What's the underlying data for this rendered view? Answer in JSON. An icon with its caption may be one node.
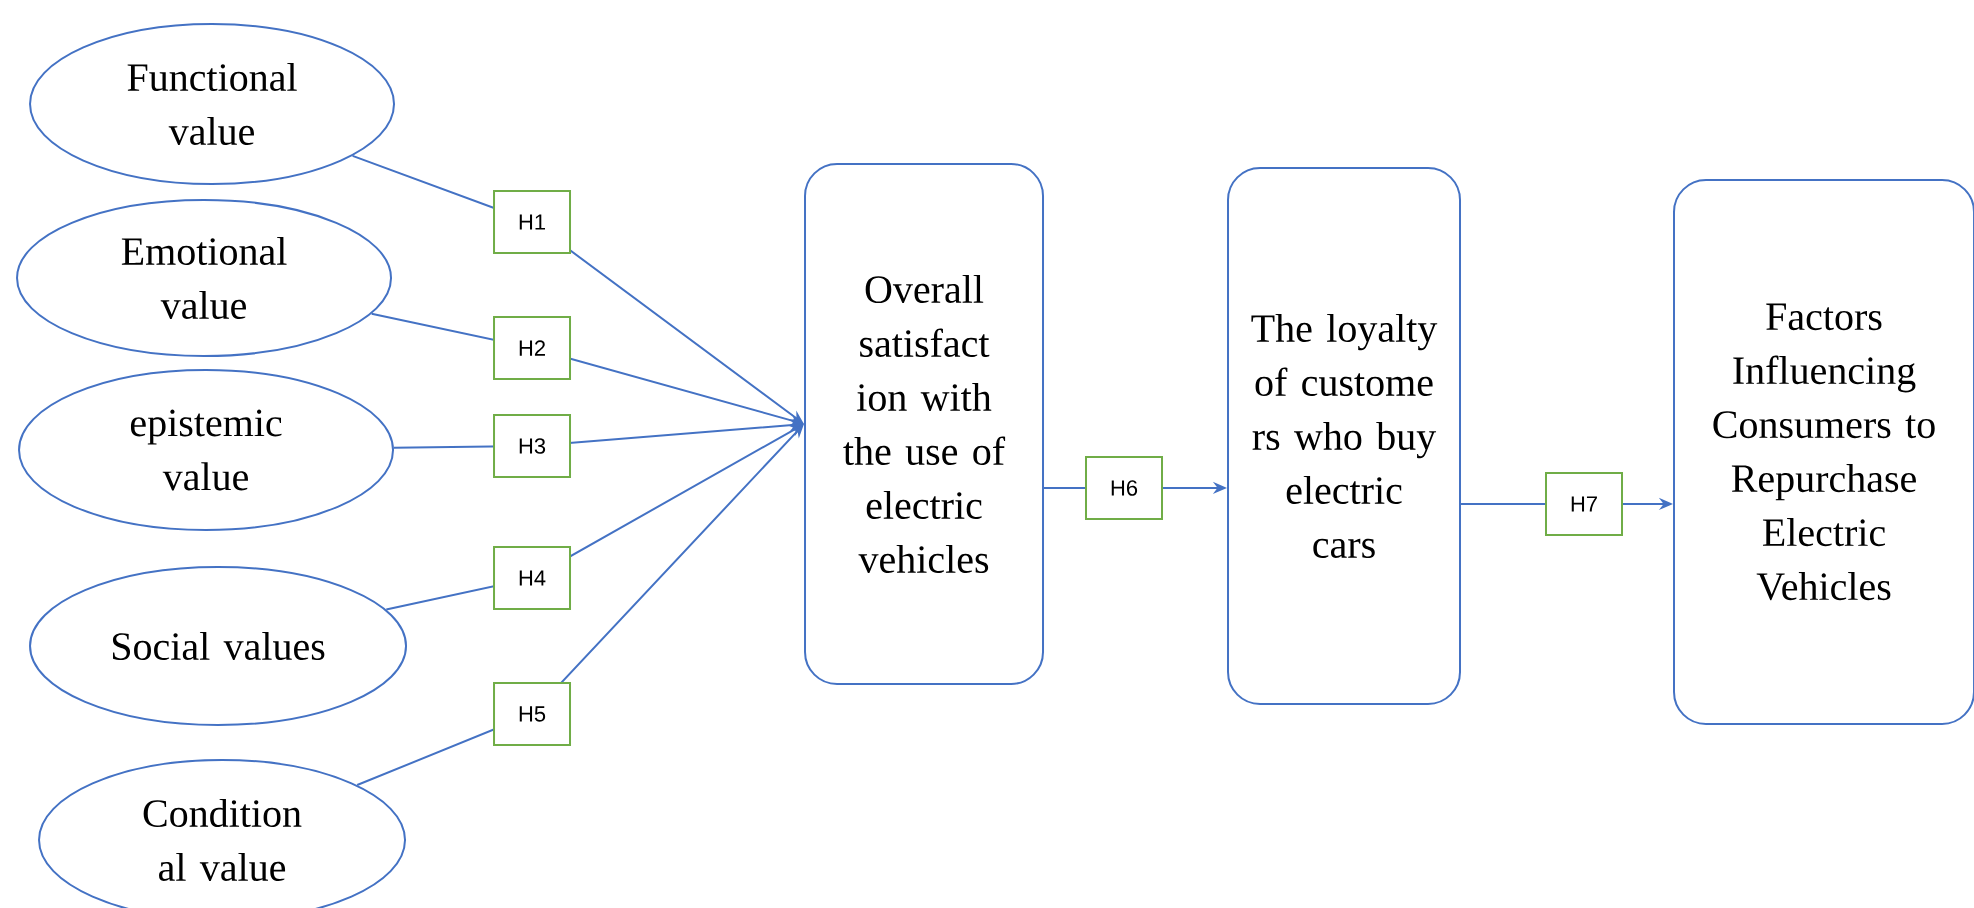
{
  "diagram": {
    "nodes": [
      {
        "text": [
          "Functional value"
        ]
      },
      {
        "text": [
          "Emotional value"
        ]
      },
      {
        "text": [
          "epistemic value"
        ]
      },
      {
        "text": [
          "Social values"
        ]
      },
      {
        "text": [
          "Condition al value"
        ]
      },
      {
        "text": [
          "Overall satisfact ion with the use of electric vehicles"
        ]
      },
      {
        "text": [
          "The loyalty of custome rs who buy electric cars"
        ]
      },
      {
        "text": [
          "Factors Influencing Consumers to Repurchase Electric Vehicles"
        ]
      }
    ],
    "edges": [
      {
        "from": 0,
        "to": 5,
        "arrow": "to",
        "label": "H1"
      },
      {
        "from": 1,
        "to": 5,
        "arrow": "to",
        "label": "H2"
      },
      {
        "from": 2,
        "to": 5,
        "arrow": "to",
        "label": "H3"
      },
      {
        "from": 3,
        "to": 5,
        "arrow": "to",
        "label": "H4"
      },
      {
        "from": 4,
        "to": 5,
        "arrow": "to",
        "label": "H5"
      },
      {
        "from": 5,
        "to": 6,
        "arrow": "to",
        "label": "H6"
      },
      {
        "from": 6,
        "to": 7,
        "arrow": "to",
        "label": "H7"
      }
    ]
  }
}
